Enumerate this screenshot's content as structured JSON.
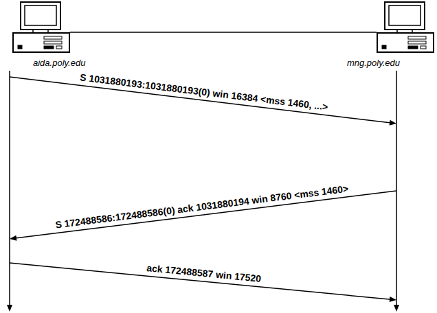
{
  "diagram": {
    "nodes": [
      {
        "text": [
          "aida.poly.edu"
        ]
      },
      {
        "text": [
          "mng.poly.edu"
        ]
      }
    ],
    "edges": [
      {
        "from": 0,
        "to": 1,
        "arrow": "none"
      },
      {
        "from": 0,
        "to": 1,
        "label": "S 1031880193:1031880193(0) win 16384 <mss 1460, ...>",
        "arrow": "to"
      },
      {
        "from": 1,
        "to": 0,
        "label": "S 172488586:172488586(0) ack 1031880194 win 8760 <mss 1460>",
        "arrow": "to"
      },
      {
        "from": 0,
        "to": 1,
        "label": "ack 172488587 win 17520",
        "arrow": "to"
      }
    ]
  }
}
